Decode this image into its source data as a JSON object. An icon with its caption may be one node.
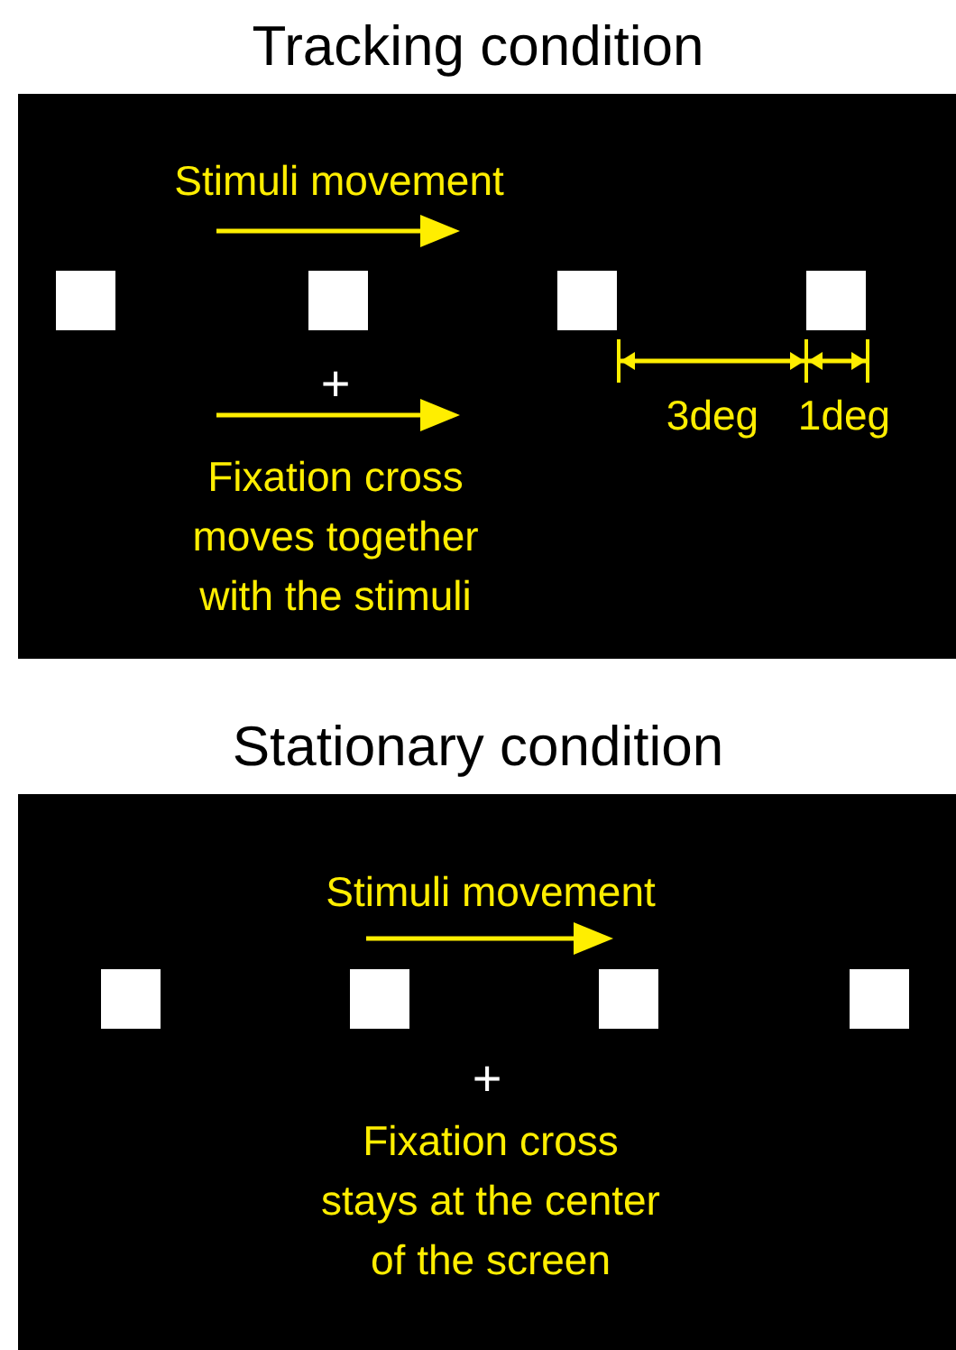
{
  "diagram": {
    "nodes": [
      {
        "text": [
          "Tracking condition"
        ]
      },
      {
        "text": [],
        "shape": "box",
        "in": 0
      },
      {
        "text": [],
        "shape": "box",
        "in": 0
      },
      {
        "text": [],
        "shape": "box",
        "in": 0
      },
      {
        "text": [],
        "shape": "box",
        "in": 0
      },
      {
        "text": [
          "Stationary condition"
        ]
      },
      {
        "text": [],
        "shape": "box",
        "in": 5
      },
      {
        "text": [],
        "shape": "box",
        "in": 5
      },
      {
        "text": [],
        "shape": "box",
        "in": 5
      },
      {
        "text": [],
        "shape": "box",
        "in": 5
      }
    ],
    "edges": [],
    "labels": [
      "Stimuli movement",
      "+",
      "Fixation cross moves together with the stimuli",
      "3deg",
      "1deg",
      "Stimuli movement",
      "+",
      "Fixation cross stays at the center of the screen"
    ]
  }
}
